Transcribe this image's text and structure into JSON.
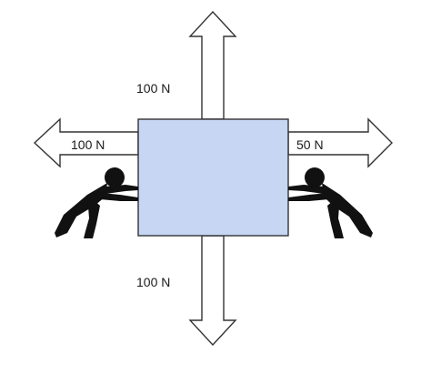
{
  "forces": {
    "up": "100 N",
    "down": "100 N",
    "left": "100 N",
    "right": "50 N"
  },
  "colors": {
    "box_fill": "#c6d6f3",
    "arrow_fill": "#ffffff",
    "stroke": "#333333",
    "figure": "#111111"
  },
  "icons": {
    "left_figure": "person-pushing-icon",
    "right_figure": "person-pushing-icon"
  }
}
